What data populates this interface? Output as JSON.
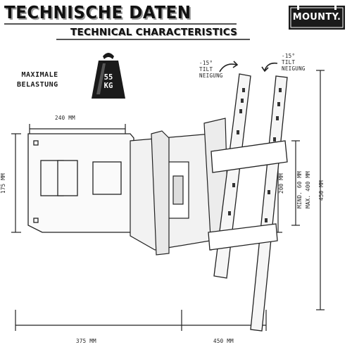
{
  "header": {
    "title_de": "TECHNISCHE DATEN",
    "title_en": "TECHNICAL CHARACTERISTICS"
  },
  "brand": {
    "logo_text": "MOUNTY."
  },
  "load": {
    "label_line1": "MAXIMALE",
    "label_line2": "BELASTUNG",
    "weight_value": "55",
    "weight_unit": "KG"
  },
  "tilt": {
    "left_angle": "-15°",
    "left_word1": "TILT",
    "left_word2": "NEIGUNG",
    "right_angle": "-15°",
    "right_word1": "TILT",
    "right_word2": "NEIGUNG"
  },
  "dimensions": {
    "arm_width": "240 MM",
    "wall_plate_height": "175 MM",
    "vesa_min": "MIND. 60 MM",
    "vesa_max": "MAX. 400 MM",
    "bracket_height_small": "200 MM",
    "bracket_height_large": "450 MM",
    "extension": "375 MM",
    "bracket_width": "450 MM"
  },
  "colors": {
    "logo_bg": "#1a1a1a",
    "line_art": "#222222",
    "text": "#1a1a1a"
  }
}
